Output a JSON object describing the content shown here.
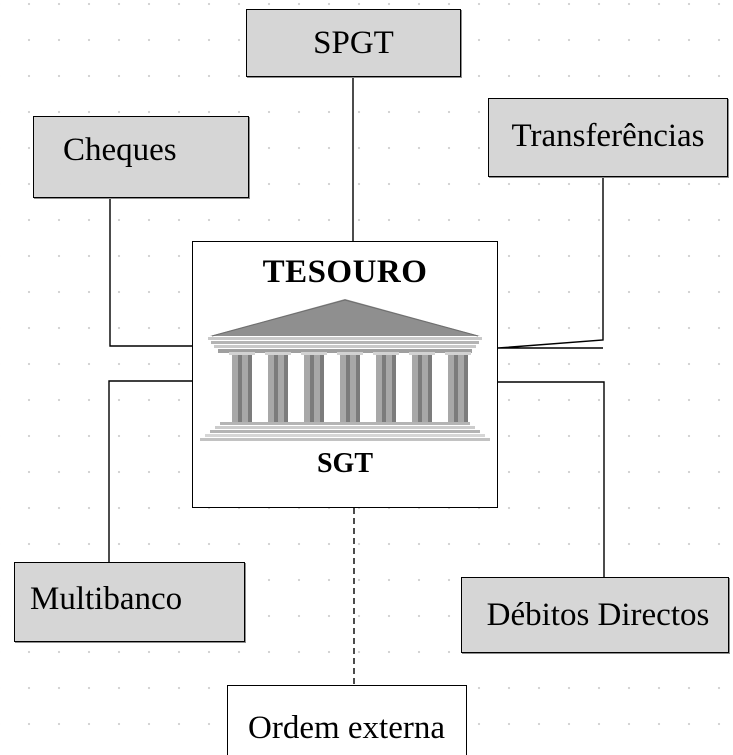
{
  "diagram": {
    "center": {
      "title": "TESOURO",
      "subtitle": "SGT",
      "emblem_icon": "temple-columns-icon"
    },
    "nodes": [
      {
        "id": "spgt",
        "label": "SPGT",
        "fill": "#d6d6d6"
      },
      {
        "id": "cheques",
        "label": "Cheques",
        "fill": "#d6d6d6"
      },
      {
        "id": "transferencias",
        "label": "Transferências",
        "fill": "#d6d6d6"
      },
      {
        "id": "multibanco",
        "label": "Multibanco",
        "fill": "#d6d6d6"
      },
      {
        "id": "debitos-directos",
        "label": "Débitos Directos",
        "fill": "#d6d6d6"
      },
      {
        "id": "ordem-externa",
        "label": "Ordem externa",
        "fill": "#ffffff"
      }
    ],
    "connections": [
      {
        "from": "spgt",
        "to": "center",
        "style": "solid"
      },
      {
        "from": "cheques",
        "to": "center",
        "style": "solid"
      },
      {
        "from": "transferencias",
        "to": "center",
        "style": "solid"
      },
      {
        "from": "multibanco",
        "to": "center",
        "style": "solid"
      },
      {
        "from": "debitos-directos",
        "to": "center",
        "style": "solid"
      },
      {
        "from": "ordem-externa",
        "to": "center",
        "style": "dashed"
      }
    ],
    "colors": {
      "node_fill": "#d6d6d6",
      "center_fill": "#ffffff",
      "line": "#000000",
      "temple": "#9a9a9a"
    }
  }
}
